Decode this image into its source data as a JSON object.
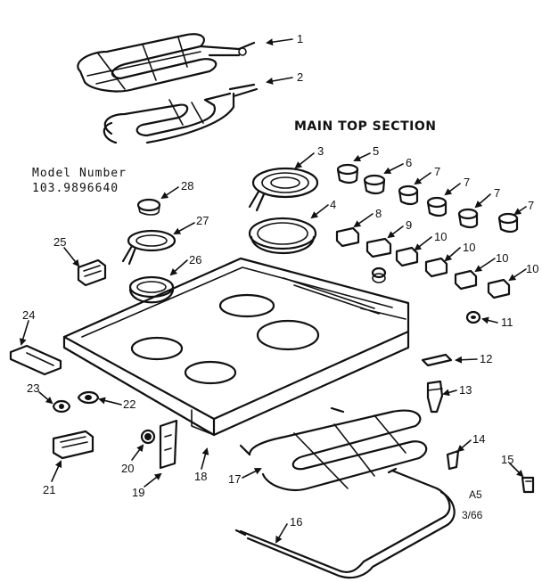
{
  "diagram": {
    "section_title": "MAIN TOP SECTION",
    "model_label": "Model Number",
    "model_number": "103.9896640",
    "code_top": "A5",
    "code_bottom": "3/66",
    "callouts": [
      "1",
      "2",
      "3",
      "4",
      "5",
      "6",
      "7",
      "7",
      "7",
      "7",
      "8",
      "9",
      "10",
      "10",
      "10",
      "10",
      "11",
      "12",
      "13",
      "14",
      "15",
      "16",
      "17",
      "18",
      "19",
      "20",
      "21",
      "22",
      "23",
      "24",
      "25",
      "26",
      "27",
      "28"
    ]
  }
}
